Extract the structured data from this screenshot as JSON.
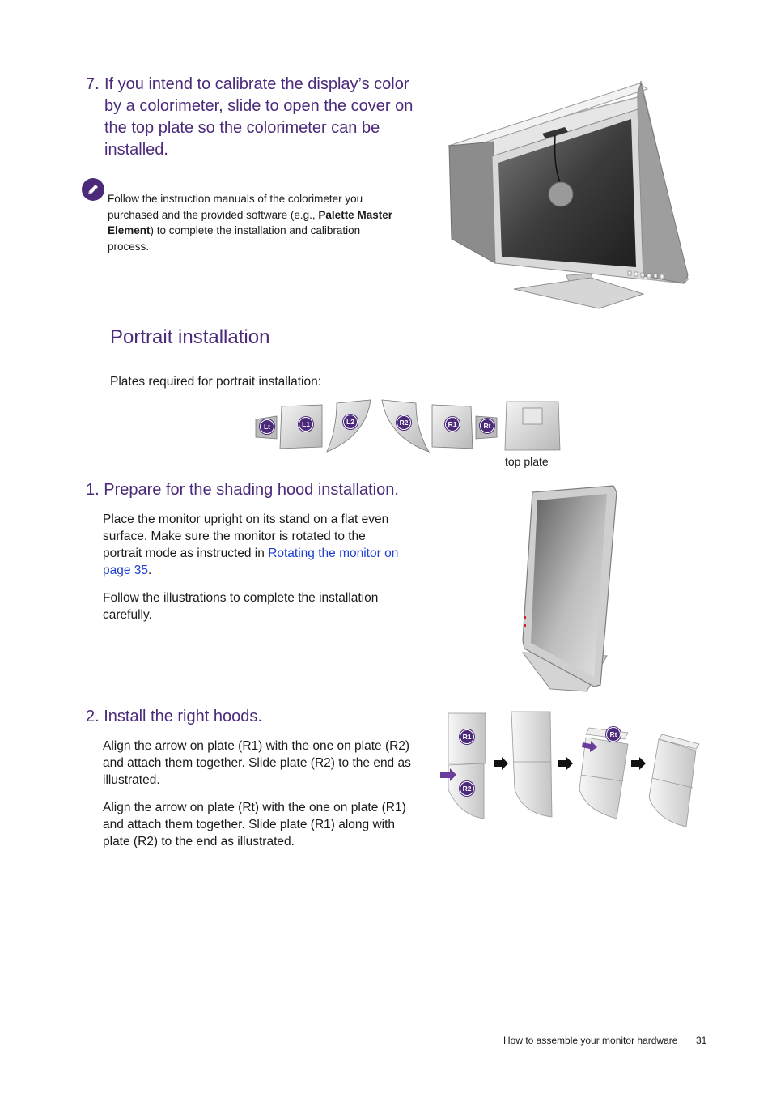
{
  "step7": {
    "number": "7.",
    "heading_lines": [
      "If you intend to calibrate the display’s color",
      "by a colorimeter, slide to open the cover on",
      "the top plate so the colorimeter can be",
      "installed."
    ]
  },
  "note": {
    "icon": "pencil-icon",
    "line1": "Follow the instruction manuals of the colorimeter you",
    "line2_pre": "purchased and the provided software (e.g., ",
    "line2_bold": "Palette Master",
    "line3_bold": "Element",
    "line3_post": ") to complete the installation and calibration",
    "line4": "process."
  },
  "portrait": {
    "title": "Portrait installation",
    "plates_intro": "Plates required for portrait installation:",
    "plate_labels": [
      "Lt",
      "L1",
      "L2",
      "R2",
      "R1",
      "Rt"
    ],
    "top_plate_caption": "top plate"
  },
  "step1": {
    "heading": "1. Prepare for the shading hood installation.",
    "para1_lines": [
      "Place the monitor upright on its stand on a flat even",
      "surface. Make sure the monitor is rotated to the"
    ],
    "para1_line3_pre": "portrait mode as instructed in ",
    "link_part1": "Rotating the monitor on",
    "link_part2": "page 35",
    "para1_end": ".",
    "para2_lines": [
      "Follow the illustrations to complete the installation",
      "carefully."
    ]
  },
  "step2": {
    "heading": "2. Install the right hoods.",
    "para1_lines": [
      "Align the arrow on plate (R1) with the one on plate (R2)",
      "and attach them together. Slide plate (R2) to the end as",
      "illustrated."
    ],
    "para2_lines": [
      "Align the arrow on plate (Rt) with the one on plate (R1)",
      "and attach them together. Slide plate (R1) along with",
      "plate (R2) to the end as illustrated."
    ],
    "diagram_labels": {
      "r1": "R1",
      "r2": "R2",
      "rt": "Rt"
    }
  },
  "footer": {
    "section": "How to assemble your monitor hardware",
    "page": "31"
  },
  "colors": {
    "heading_purple": "#4b2a7a",
    "link_blue": "#1f3fd1"
  }
}
